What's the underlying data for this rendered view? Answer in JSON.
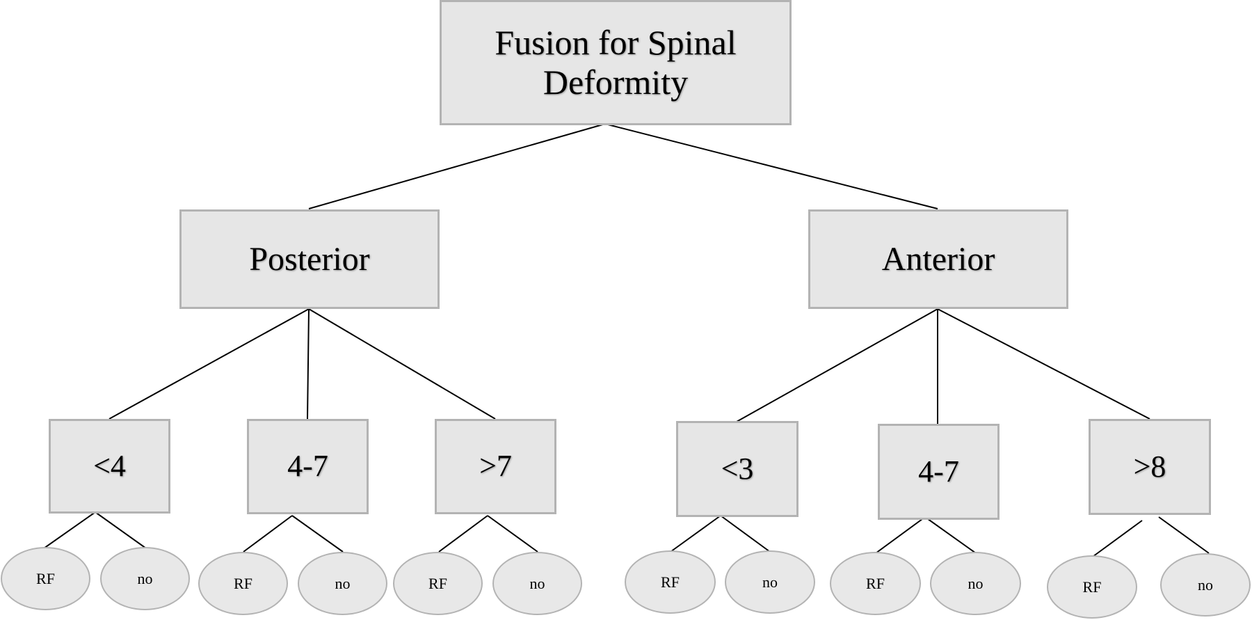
{
  "root": {
    "line1": "Fusion for Spinal",
    "line2": "Deformity"
  },
  "branches": [
    {
      "label": "Posterior",
      "groups": [
        {
          "label": "<4",
          "leaves": [
            "RF",
            "no"
          ]
        },
        {
          "label": "4-7",
          "leaves": [
            "RF",
            "no"
          ]
        },
        {
          "label": ">7",
          "leaves": [
            "RF",
            "no"
          ]
        }
      ]
    },
    {
      "label": "Anterior",
      "groups": [
        {
          "label": "<3",
          "leaves": [
            "RF",
            "no"
          ]
        },
        {
          "label": "4-7",
          "leaves": [
            "RF",
            "no"
          ]
        },
        {
          "label": ">8",
          "leaves": [
            "RF",
            "no"
          ]
        }
      ]
    }
  ]
}
